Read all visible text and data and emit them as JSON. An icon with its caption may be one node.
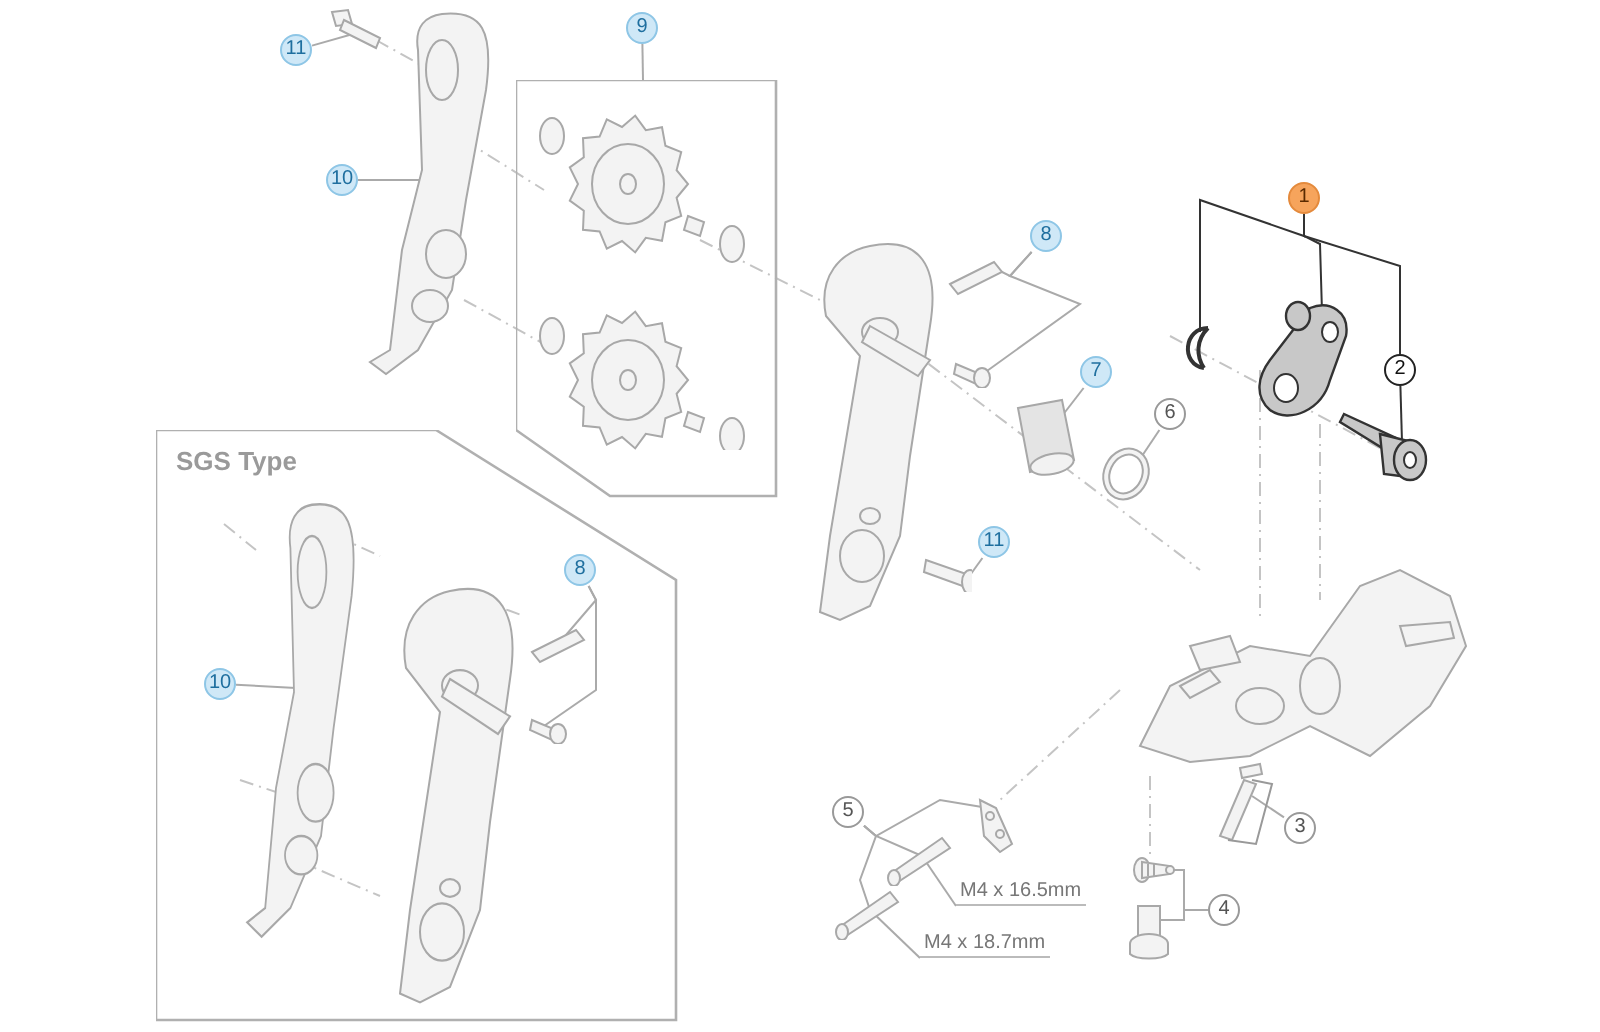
{
  "diagram": {
    "nodes": [
      {
        "text": [
          "11"
        ]
      },
      {
        "text": [],
        "shape": "picture"
      },
      {
        "text": [
          "10"
        ]
      },
      {
        "text": [],
        "shape": "picture"
      },
      {
        "text": [
          "9"
        ]
      },
      {
        "text": [],
        "shape": "box"
      },
      {
        "text": [],
        "shape": "picture",
        "in": 5
      },
      {
        "text": [
          "8"
        ]
      },
      {
        "text": [],
        "shape": "picture"
      },
      {
        "text": [],
        "shape": "picture"
      },
      {
        "text": [],
        "shape": "picture"
      },
      {
        "text": [
          "7"
        ]
      },
      {
        "text": [],
        "shape": "picture"
      },
      {
        "text": [
          "6"
        ]
      },
      {
        "text": [],
        "shape": "picture"
      },
      {
        "text": [
          "11"
        ]
      },
      {
        "text": [],
        "shape": "picture"
      },
      {
        "text": [
          "1"
        ]
      },
      {
        "text": [],
        "shape": "picture"
      },
      {
        "text": [],
        "shape": "picture"
      },
      {
        "text": [],
        "shape": "picture"
      },
      {
        "text": [
          "2"
        ]
      },
      {
        "text": [],
        "shape": "picture"
      },
      {
        "text": [
          "3"
        ]
      },
      {
        "text": [],
        "shape": "picture"
      },
      {
        "text": [
          "4"
        ]
      },
      {
        "text": [],
        "shape": "picture"
      },
      {
        "text": [],
        "shape": "picture"
      },
      {
        "text": [
          "5"
        ]
      },
      {
        "text": [],
        "shape": "picture"
      },
      {
        "text": [],
        "shape": "picture"
      },
      {
        "text": [],
        "shape": "picture"
      },
      {
        "text": [
          "M4 x 16.5mm"
        ]
      },
      {
        "text": [
          "M4 x 18.7mm"
        ]
      },
      {
        "text": [
          "SGS Type"
        ]
      },
      {
        "text": [
          "10"
        ],
        "in": 34
      },
      {
        "text": [],
        "shape": "picture",
        "in": 34
      },
      {
        "text": [
          "8"
        ],
        "in": 34
      },
      {
        "text": [],
        "shape": "picture",
        "in": 34
      },
      {
        "text": [],
        "shape": "picture",
        "in": 34
      },
      {
        "text": [],
        "shape": "picture",
        "in": 34
      }
    ],
    "edges": [
      {
        "from": 0,
        "to": 1,
        "arrow": "none"
      },
      {
        "from": 2,
        "to": 3,
        "arrow": "none"
      },
      {
        "from": 4,
        "to": 5,
        "arrow": "none"
      },
      {
        "from": 7,
        "to": 8,
        "arrow": "none"
      },
      {
        "from": 7,
        "to": 9,
        "arrow": "none"
      },
      {
        "from": 11,
        "to": 12,
        "arrow": "none"
      },
      {
        "from": 13,
        "to": 14,
        "arrow": "none"
      },
      {
        "from": 15,
        "to": 16,
        "arrow": "none"
      },
      {
        "from": 17,
        "to": 18,
        "arrow": "none",
        "color": "#333333"
      },
      {
        "from": 17,
        "to": 19,
        "arrow": "none",
        "color": "#333333"
      },
      {
        "from": 17,
        "to": 21,
        "arrow": "none",
        "color": "#333333"
      },
      {
        "from": 21,
        "to": 20,
        "arrow": "none",
        "color": "#333333"
      },
      {
        "from": 23,
        "to": 24,
        "arrow": "none"
      },
      {
        "from": 25,
        "to": 26,
        "arrow": "none"
      },
      {
        "from": 25,
        "to": 27,
        "arrow": "none"
      },
      {
        "from": 28,
        "to": 29,
        "arrow": "none"
      },
      {
        "from": 28,
        "to": 30,
        "arrow": "none"
      },
      {
        "from": 28,
        "to": 31,
        "arrow": "none"
      },
      {
        "from": 32,
        "to": 30,
        "arrow": "none"
      },
      {
        "from": 33,
        "to": 31,
        "arrow": "none"
      },
      {
        "from": 35,
        "to": 36,
        "arrow": "none"
      },
      {
        "from": 37,
        "to": 38,
        "arrow": "none"
      },
      {
        "from": 37,
        "to": 39,
        "arrow": "none"
      }
    ]
  }
}
